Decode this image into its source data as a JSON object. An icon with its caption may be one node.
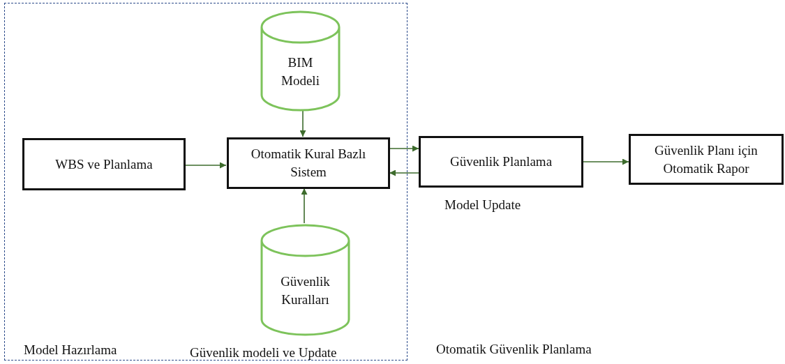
{
  "diagram": {
    "nodes": [
      {
        "text": [
          "Model Hazırlama",
          "Güvenlik modeli ve Update"
        ]
      },
      {
        "text": [
          "BIM Modeli"
        ],
        "in": 0
      },
      {
        "text": [
          "WBS ve Planlama"
        ],
        "in": 0
      },
      {
        "text": [
          "Otomatik Kural Bazlı Sistem"
        ],
        "in": 0
      },
      {
        "text": [
          "Güvenlik Kuralları"
        ],
        "in": 0
      },
      {
        "text": [
          "Güvenlik Planlama"
        ]
      },
      {
        "text": [
          "Güvenlik Planı için Otomatik Rapor"
        ]
      }
    ],
    "edges": [
      {
        "from": 1,
        "to": 3,
        "arrow": "to"
      },
      {
        "from": 2,
        "to": 3,
        "arrow": "to"
      },
      {
        "from": 4,
        "to": 3,
        "arrow": "to"
      },
      {
        "from": 3,
        "to": 5,
        "arrow": "to"
      },
      {
        "from": 5,
        "to": 3,
        "arrow": "to"
      },
      {
        "from": 5,
        "to": 6,
        "arrow": "to"
      }
    ],
    "labels": [
      "Model Update",
      "Otomatik Güvenlik Planlama"
    ]
  }
}
